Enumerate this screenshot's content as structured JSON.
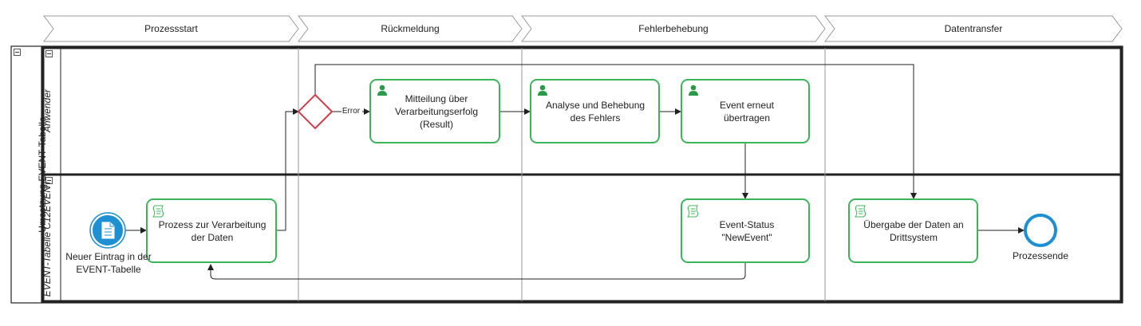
{
  "phases": [
    "Prozessstart",
    "Rückmeldung",
    "Fehlerbehebung",
    "Datentransfer"
  ],
  "pool": {
    "label": "Umsetzung EVENT-Tabelle"
  },
  "lanes": {
    "top": "Anwender",
    "bottom": "EVENT-Tabelle C12EVENT"
  },
  "nodes": {
    "start": "Neuer Eintrag in der EVENT-Tabelle",
    "task_process": "Prozess zur Verarbeitung der Daten",
    "gateway_error": "Error",
    "task_notify": "Mitteilung über Verarbeitungserfolg (Result)",
    "task_analysis": "Analyse und Behebung des Fehlers",
    "task_resend": "Event erneut übertragen",
    "task_status": "Event-Status \"NewEvent\"",
    "task_transfer": "Übergabe der Daten an Drittsystem",
    "end": "Prozessende"
  },
  "colors": {
    "task_border": "#3cb45a",
    "gateway": "#d23c46",
    "start_fill": "#1e8fd2",
    "end_stroke": "#1e8fd2",
    "user_icon": "#2a9a48"
  },
  "icons": {
    "user_task": "user-icon",
    "script_task": "script-icon",
    "start_event": "document-icon"
  }
}
